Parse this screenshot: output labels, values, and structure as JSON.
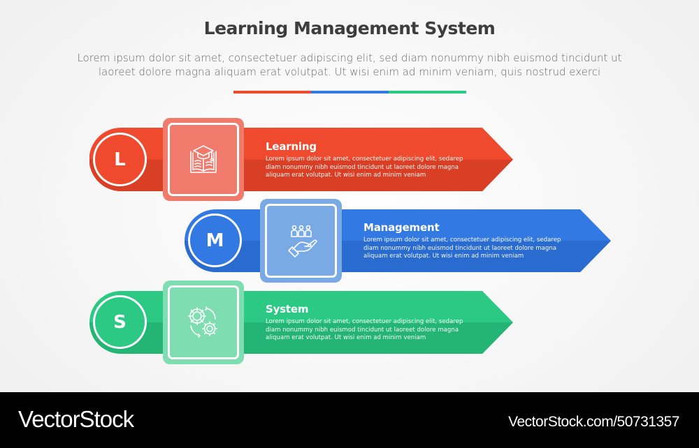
{
  "header": {
    "title": "Learning Management System",
    "subtitle_line1": "Lorem ipsum dolor sit amet, consectetuer adipiscing elit, sed diam nonummy nibh euismod tincidunt ut",
    "subtitle_line2": "laoreet dolore magna aliquam erat volutpat. Ut wisi enim ad minim veniam, quis nostrud exerci",
    "divider_colors": [
      "#f04a2e",
      "#3279e3",
      "#2cc985"
    ]
  },
  "items": [
    {
      "letter": "L",
      "title": "Learning",
      "description": "Lorem ipsum dolor sit amet, consectetuer adipiscing elit, sedarep diam nonummy nibh euismod tincidunt ut laoreet dolore magna aliquam erat volutpat. Ut wisi enim ad minim veniam",
      "icon": "graduation-book-icon",
      "color": "#f04a2e",
      "color_dark": "#d93f25",
      "color_light": "#f07a6c"
    },
    {
      "letter": "M",
      "title": "Management",
      "description": "Lorem ipsum dolor sit amet, consectetuer adipiscing elit, sedarep diam nonummy nibh euismod tincidunt ut laoreet dolore magna aliquam erat volutpat. Ut wisi enim ad minim veniam",
      "icon": "hand-people-icon",
      "color": "#3279e3",
      "color_dark": "#2a6bd0",
      "color_light": "#7aaae6"
    },
    {
      "letter": "S",
      "title": "System",
      "description": "Lorem ipsum dolor sit amet, consectetuer adipiscing elit, sedarep diam nonummy nibh euismod tincidunt ut laoreet dolore magna aliquam erat volutpat. Ut wisi enim ad minim veniam",
      "icon": "gears-cycle-icon",
      "color": "#2cc985",
      "color_dark": "#24b575",
      "color_light": "#7fdeb1"
    }
  ],
  "footer": {
    "logo": "VectorStock",
    "reference": "VectorStock.com/50731357"
  }
}
